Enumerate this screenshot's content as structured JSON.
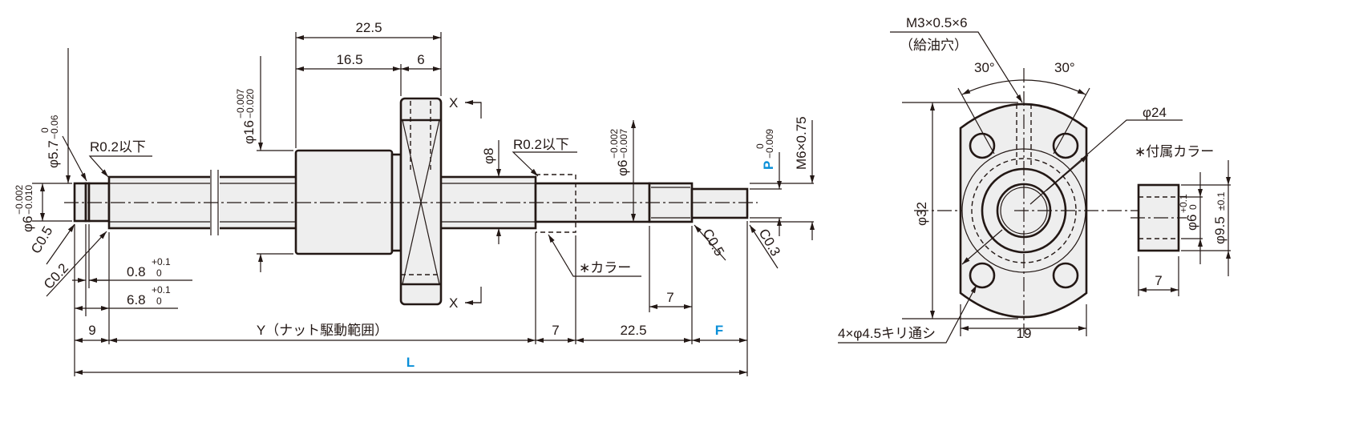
{
  "side_view": {
    "dia_57": "φ5.7",
    "dia_57_tol_upper": "0",
    "dia_57_tol_lower": "−0.06",
    "dia_6_left": "φ6",
    "dia_6_left_tol_upper": "−0.002",
    "dia_6_left_tol_lower": "−0.010",
    "r02_left": "R0.2以下",
    "r02_right": "R0.2以下",
    "c05_left": "C0.5",
    "c02": "C0.2",
    "c05_right": "C0.5",
    "c03": "C0.3",
    "dim_08": "0.8",
    "dim_08_tol_upper": "+0.1",
    "dim_08_tol_lower": "0",
    "dim_68": "6.8",
    "dim_68_tol_upper": "+0.1",
    "dim_68_tol_lower": "0",
    "dia_16": "φ16",
    "dia_16_tol_upper": "−0.007",
    "dia_16_tol_lower": "−0.020",
    "dim_225_top": "22.5",
    "dim_165": "16.5",
    "dim_6": "6",
    "section_x_top": "X",
    "section_x_bottom": "X",
    "dia_8": "φ8",
    "dia_6_right": "φ6",
    "dia_6_right_tol_upper": "−0.002",
    "dia_6_right_tol_lower": "−0.007",
    "p_label": "P",
    "p_tol_upper": "0",
    "p_tol_lower": "−0.009",
    "thread": "M6×0.75",
    "collar_note": "∗カラー",
    "dim_7_thread": "7",
    "bottom_dims": {
      "d9": "9",
      "y": "Y（ナット駆動範囲）",
      "d7": "7",
      "d225": "22.5",
      "f": "F"
    },
    "overall": "L"
  },
  "end_view": {
    "oil_hole": "M3×0.5×6",
    "oil_hole_note": "（給油穴）",
    "angle_left": "30°",
    "angle_right": "30°",
    "dia_24": "φ24",
    "dia_32": "φ32",
    "width_19": "19",
    "holes": "4×φ4.5キリ通シ"
  },
  "collar_view": {
    "title": "∗付属カラー",
    "inner_dia": "φ6",
    "inner_tol_upper": "+0.1",
    "inner_tol_lower": "0",
    "outer_dia": "φ9.5",
    "outer_tol": "±0.1",
    "length": "7"
  },
  "colors": {
    "line": "#231815",
    "fill": "#eeeeee",
    "accent": "#0a8fd8"
  }
}
